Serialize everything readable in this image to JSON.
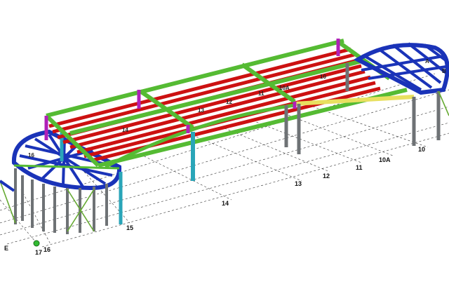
{
  "colors": {
    "background": "#ffffff",
    "grid_line": "#333333",
    "beam_red": "#cc1111",
    "beam_green": "#55bb33",
    "beam_blue": "#1a33b8",
    "beam_yellow": "#e8e060",
    "column_gray": "#6e7275",
    "column_cyan": "#2aa5b8",
    "column_magenta": "#b020b8",
    "brace_green": "#66aa33",
    "node_marker": "#33bb33"
  },
  "grid_labels": {
    "g10": "10",
    "g10a": "10A",
    "g11": "11",
    "g12": "12",
    "g13": "13",
    "g14": "14",
    "g15": "15",
    "g16": "16",
    "g17": "17",
    "gE": "E"
  },
  "member_labels": {
    "m10": "10",
    "m10a": "10A",
    "m11": "11",
    "m12": "12",
    "m13": "13",
    "m14": "14",
    "m16": "16",
    "mA": "A",
    "mB": "B"
  }
}
